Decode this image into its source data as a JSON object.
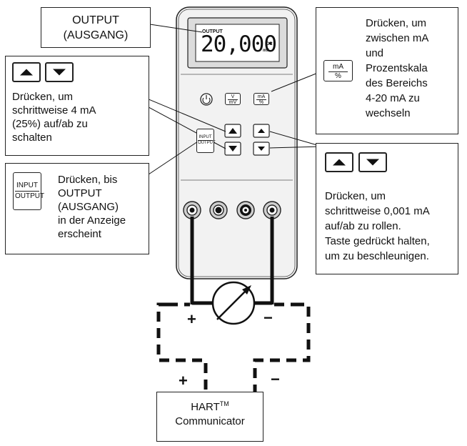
{
  "meter": {
    "lcd_label": "OUTPUT",
    "lcd_value": "20,000",
    "lcd_unit": "mA",
    "lcd_mode": "DC",
    "key_voltage_top": "V",
    "key_voltage_bottom": "mV",
    "key_ma_top": "mA",
    "key_ma_bottom": "%",
    "key_io_top": "INPUT",
    "key_io_bottom": "OUTPUT"
  },
  "callouts": {
    "output_label": {
      "line1": "OUTPUT",
      "line2": "(AUSGANG)"
    },
    "step_4ma": [
      "Drücken, um",
      "schrittweise 4 mA",
      "(25%) auf/ab zu",
      "schalten"
    ],
    "input_output": {
      "key_top": "INPUT",
      "key_bottom": "OUTPUT",
      "lines": [
        "Drücken, bis",
        "OUTPUT",
        "(AUSGANG)",
        "in der Anzeige",
        "erscheint"
      ]
    },
    "ma_percent": {
      "key_top": "mA",
      "key_bottom": "%",
      "lines": [
        "Drücken, um",
        "zwischen mA",
        "und",
        "Prozentskala",
        "des Bereichs",
        "4-20 mA zu",
        "wechseln"
      ]
    },
    "step_fine": [
      "Drücken, um",
      "schrittweise 0,001 mA",
      "auf/ab zu rollen.",
      "Taste gedrückt halten,",
      "um zu beschleunigen."
    ]
  },
  "circuit": {
    "plus_top": "+",
    "minus_top": "−",
    "plus_bottom": "+",
    "minus_bottom": "−",
    "hart_line1": "HART",
    "hart_tm": "TM",
    "hart_line2": "Communicator"
  }
}
